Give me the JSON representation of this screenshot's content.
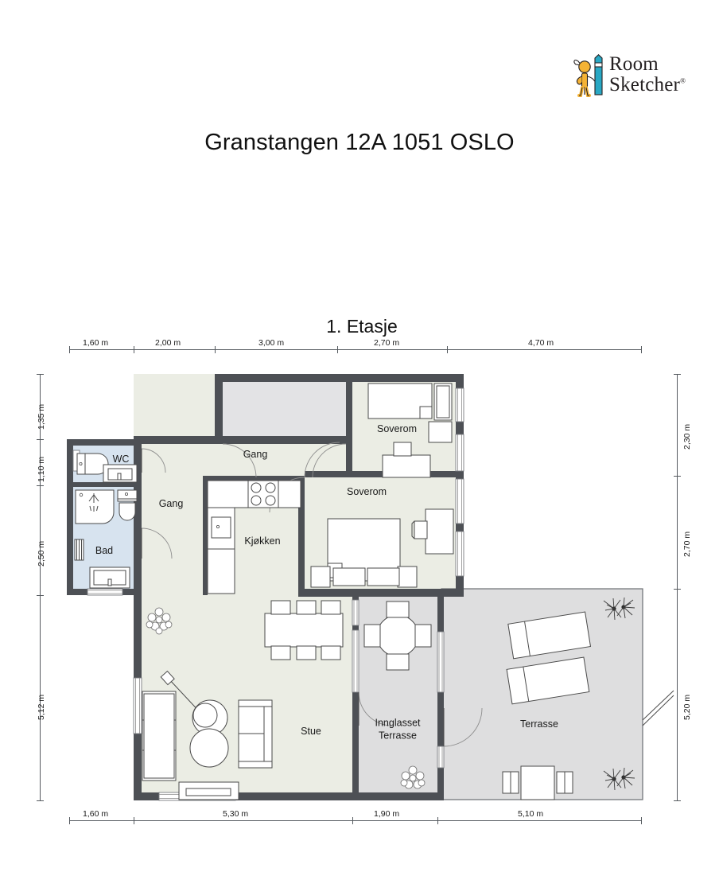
{
  "brand": {
    "name_line1": "Room",
    "name_line2": "Sketcher",
    "registered_mark": "®",
    "logo_icon": "roomsketcher-figure-pencil-icon",
    "pencil_color": "#29a8c4",
    "figure_color": "#f5b335"
  },
  "title": "Granstangen 12A 1051 OSLO",
  "floor_label": "1. Etasje",
  "colors": {
    "wall": "#4d5055",
    "room_fill": "#ebede4",
    "wet_room_fill": "#d7e3ef",
    "gray_room_fill": "#e3e3e5",
    "terrace_fill": "#dededf",
    "furniture_stroke": "#4a4a4a",
    "furniture_fill": "#ffffff",
    "ruler": "#555a5f",
    "text": "#1a1a1a"
  },
  "dimensions": {
    "top": [
      {
        "label": "1,60 m",
        "value": 1.6
      },
      {
        "label": "2,00 m",
        "value": 2.0
      },
      {
        "label": "3,00 m",
        "value": 3.0
      },
      {
        "label": "2,70 m",
        "value": 2.7
      },
      {
        "label": "4,70 m",
        "value": 4.7
      }
    ],
    "bottom": [
      {
        "label": "1,60 m",
        "value": 1.6
      },
      {
        "label": "5,30 m",
        "value": 5.3
      },
      {
        "label": "1,90 m",
        "value": 1.9
      },
      {
        "label": "5,10 m",
        "value": 5.1
      }
    ],
    "left": [
      {
        "label": "1,35 m",
        "value": 1.35
      },
      {
        "label": "1,10 m",
        "value": 1.1
      },
      {
        "label": "2,50 m",
        "value": 2.5
      },
      {
        "label": "5,12 m",
        "value": 5.12
      }
    ],
    "right": [
      {
        "label": "2,30 m",
        "value": 2.3
      },
      {
        "label": "2,70 m",
        "value": 2.7
      },
      {
        "label": "5,20 m",
        "value": 5.2
      }
    ]
  },
  "rooms": [
    {
      "key": "wc",
      "label": "WC"
    },
    {
      "key": "bad",
      "label": "Bad"
    },
    {
      "key": "gang_left",
      "label": "Gang"
    },
    {
      "key": "gang_top",
      "label": "Gang"
    },
    {
      "key": "kjokken",
      "label": "Kjøkken"
    },
    {
      "key": "soverom_top",
      "label": "Soverom"
    },
    {
      "key": "soverom_mid",
      "label": "Soverom"
    },
    {
      "key": "stue",
      "label": "Stue"
    },
    {
      "key": "innglasset",
      "label": "Innglasset\nTerrasse"
    },
    {
      "key": "terrasse",
      "label": "Terrasse"
    }
  ],
  "room_labels": {
    "wc": "WC",
    "bad": "Bad",
    "gang_left": "Gang",
    "gang_top": "Gang",
    "kjokken": "Kjøkken",
    "soverom_top": "Soverom",
    "soverom_mid": "Soverom",
    "stue": "Stue",
    "innglasset_line1": "Innglasset",
    "innglasset_line2": "Terrasse",
    "terrasse": "Terrasse"
  },
  "furniture": [
    {
      "room": "wc",
      "items": [
        "toilet",
        "sink-counter"
      ]
    },
    {
      "room": "bad",
      "items": [
        "shower",
        "toilet",
        "radiator",
        "bathtub"
      ]
    },
    {
      "room": "kjokken",
      "items": [
        "counter",
        "stove-4-burner",
        "sink",
        "cabinets"
      ]
    },
    {
      "room": "soverom_top",
      "items": [
        "single-bed",
        "wardrobe",
        "nightstand",
        "desk",
        "chair"
      ]
    },
    {
      "room": "soverom_mid",
      "items": [
        "double-bed",
        "nightstand-left",
        "nightstand-right",
        "desk",
        "chair"
      ]
    },
    {
      "room": "stue",
      "items": [
        "dining-table-6-chairs",
        "sofa",
        "armchair",
        "floor-lamp",
        "shelf-unit",
        "tv-bench",
        "plant"
      ]
    },
    {
      "room": "innglasset",
      "items": [
        "round-table-4-chairs",
        "plant"
      ]
    },
    {
      "room": "terrasse",
      "items": [
        "sun-lounger-1",
        "sun-lounger-2",
        "outdoor-table-chairs",
        "plant-top",
        "plant-bottom"
      ]
    }
  ]
}
